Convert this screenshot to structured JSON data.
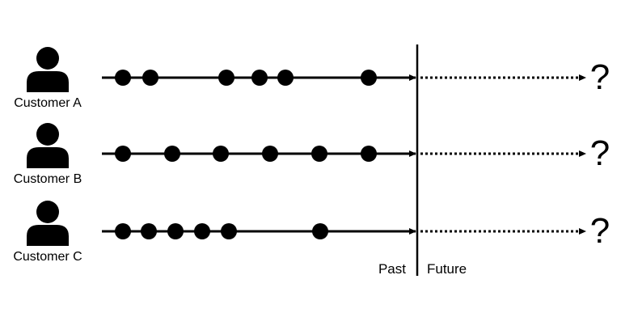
{
  "customers": [
    {
      "label": "Customer A",
      "events": [
        152,
        186,
        280,
        321,
        353,
        456
      ]
    },
    {
      "label": "Customer B",
      "events": [
        152,
        213,
        273,
        334,
        395,
        456
      ]
    },
    {
      "label": "Customer C",
      "events": [
        152,
        184,
        217,
        250,
        283,
        396
      ]
    }
  ],
  "divider": {
    "past_label": "Past",
    "future_label": "Future"
  },
  "unknown_symbol": "?",
  "colors": {
    "ink": "#000000",
    "background": "#ffffff"
  }
}
